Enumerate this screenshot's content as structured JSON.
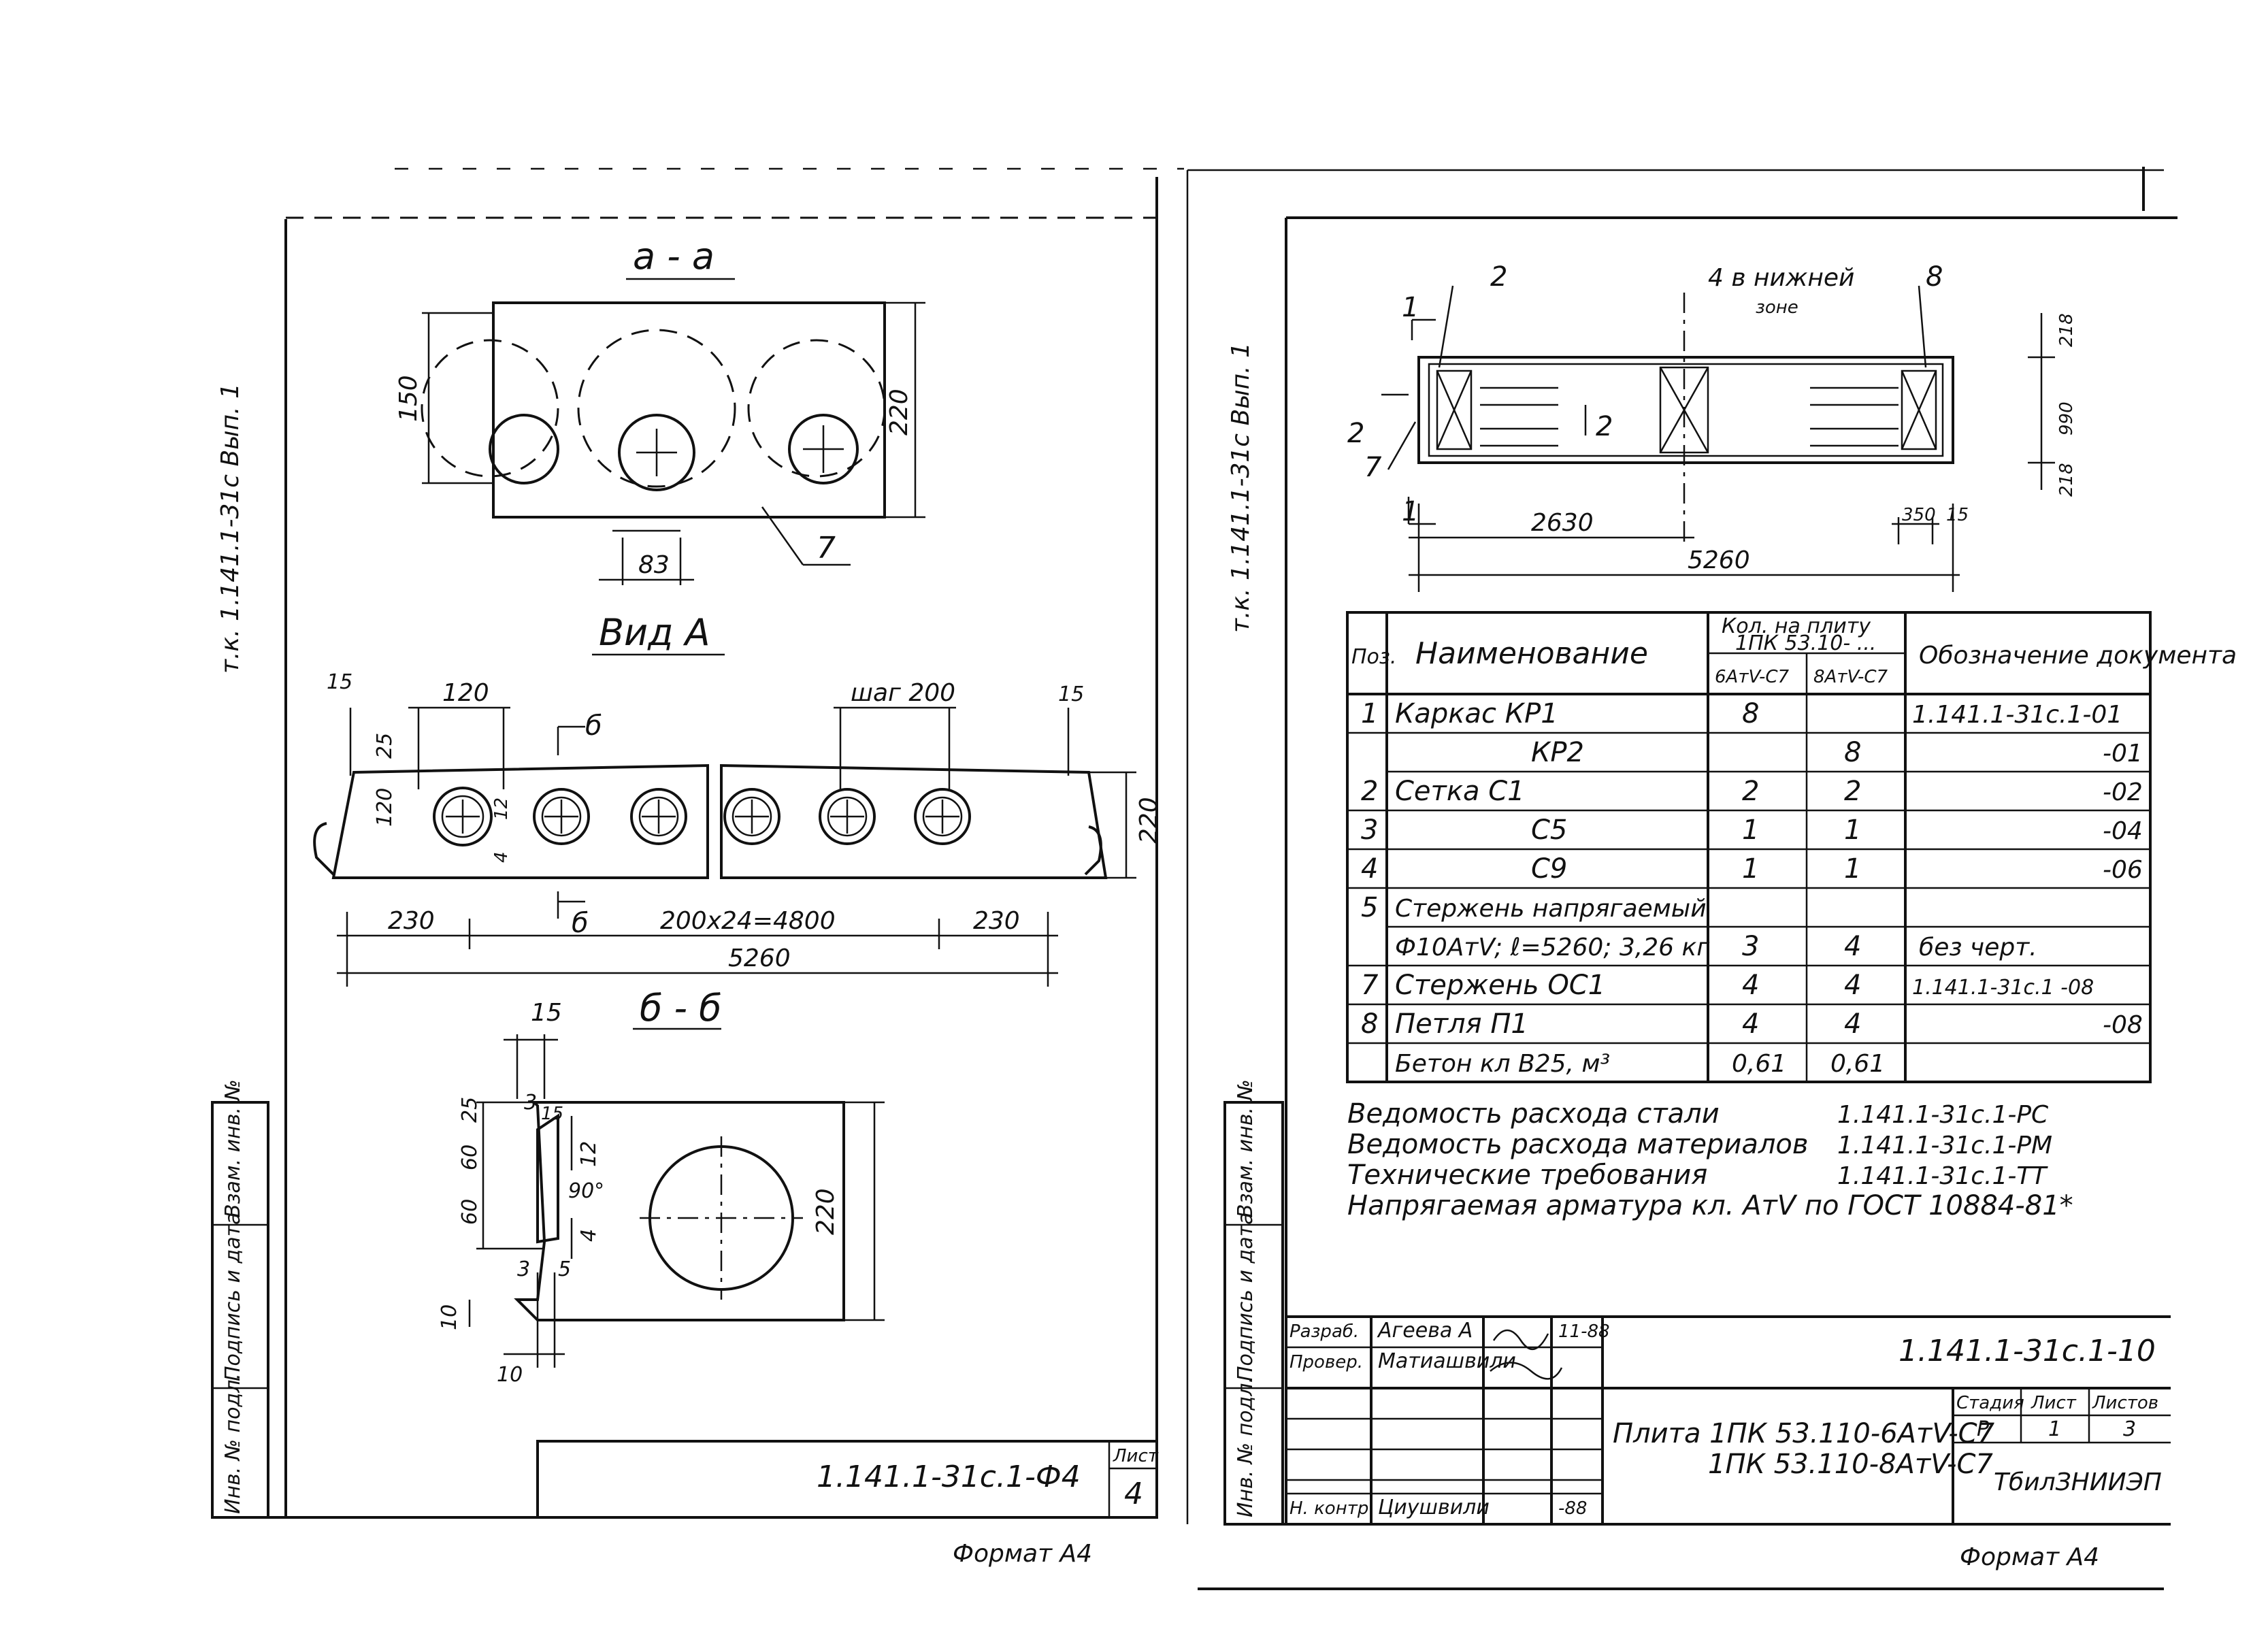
{
  "left_sheet": {
    "side_stamp": "т.к. 1.141.1-31с  Вып. 1",
    "section_aa": {
      "title": "а - а",
      "dims": {
        "h150": "150",
        "h220": "220",
        "w83": "83",
        "pos7": "7"
      }
    },
    "view_a": {
      "title": "Вид А",
      "dims": {
        "d15a": "15",
        "d120": "120",
        "step": "шаг 200",
        "d15b": "15",
        "d25": "25",
        "d120v": "120",
        "d12": "12",
        "d4": "4",
        "d220": "220",
        "cut_b": "б",
        "d230a": "230",
        "span": "200x24=4800",
        "d230b": "230",
        "total": "5260"
      }
    },
    "section_bb": {
      "title": "б - б",
      "dims": {
        "d15": "15",
        "d25": "25",
        "d60a": "60",
        "d60b": "60",
        "d3a": "3",
        "d15b": "15",
        "d12": "12",
        "ang": "90°",
        "d4": "4",
        "d220": "220",
        "d3b": "3",
        "d5": "5",
        "d10a": "10",
        "d10b": "10"
      }
    },
    "stamp_columns": [
      "Инв. № подл.",
      "Подпись и дата",
      "Взам. инв. №"
    ],
    "doc_code": "1.141.1-31с.1-Ф4",
    "sheet_label": "Лист",
    "sheet_no": "4",
    "format": "Формат А4"
  },
  "right_sheet": {
    "side_stamp": "т.к. 1.141.1-31с  Вып. 1",
    "plan": {
      "labels": {
        "p2": "2",
        "p4": "4 в нижней",
        "p4b": "зоне",
        "p8": "8",
        "p1a": "1",
        "p2b": "2",
        "p2c": "2",
        "p7": "7",
        "p1b": "1"
      },
      "dims": {
        "d218a": "218",
        "d990": "990",
        "d218b": "218",
        "d2630": "2630",
        "d350": "350",
        "d15": "15",
        "d5260": "5260"
      }
    },
    "spec_table": {
      "headers": {
        "pos": "Поз.",
        "name": "Наименование",
        "qty": "Кол. на плиту",
        "qty_sub": "1ПК 53.10- ...",
        "col_a": "6АтV-С7",
        "col_b": "8АтV-С7",
        "doc": "Обозначение документа"
      },
      "rows": [
        {
          "pos": "1",
          "name": "Каркас   КР1",
          "a": "8",
          "b": "",
          "doc": "1.141.1-31с.1-01"
        },
        {
          "pos": "",
          "name": "КР2",
          "a": "",
          "b": "8",
          "doc": "-01"
        },
        {
          "pos": "2",
          "name": "Сетка     С1",
          "a": "2",
          "b": "2",
          "doc": "-02"
        },
        {
          "pos": "3",
          "name": "С5",
          "a": "1",
          "b": "1",
          "doc": "-04"
        },
        {
          "pos": "4",
          "name": "С9",
          "a": "1",
          "b": "1",
          "doc": "-06"
        },
        {
          "pos": "5",
          "name": "Стержень напрягаемый",
          "a": "",
          "b": "",
          "doc": ""
        },
        {
          "pos": "",
          "name": "Ф10АтV; ℓ=5260; 3,26 кг",
          "a": "3",
          "b": "4",
          "doc": "без черт."
        },
        {
          "pos": "7",
          "name": "Стержень   ОС1",
          "a": "4",
          "b": "4",
          "doc": "1.141.1-31с.1   -08"
        },
        {
          "pos": "8",
          "name": "Петля       П1",
          "a": "4",
          "b": "4",
          "doc": "-08"
        },
        {
          "pos": "",
          "name": "Бетон кл В25,    м³",
          "a": "0,61",
          "b": "0,61",
          "doc": ""
        }
      ]
    },
    "notes": [
      {
        "text": "Ведомость расхода стали",
        "ref": "1.141.1-31с.1-РС"
      },
      {
        "text": "Ведомость расхода материалов",
        "ref": "1.141.1-31с.1-РМ"
      },
      {
        "text": "Технические требования",
        "ref": "1.141.1-31с.1-ТТ"
      },
      {
        "text": "Напрягаемая арматура кл. АтV по ГОСТ 10884-81*",
        "ref": ""
      }
    ],
    "title_block": {
      "rows": [
        {
          "role": "Разраб.",
          "name": "Агеева А",
          "date": "11-88"
        },
        {
          "role": "Провер.",
          "name": "Матиашвили",
          "date": ""
        },
        {
          "role": "Н. контр.",
          "name": "Циушвили",
          "date": "-88"
        }
      ],
      "doc_code": "1.141.1-31с.1-10",
      "title_line1": "Плита  1ПК 53.110-6АтV-С7",
      "title_line2": "1ПК 53.110-8АтV-С7",
      "stage_label": "Стадия",
      "sheet_label": "Лист",
      "sheets_label": "Листов",
      "stage": "Р",
      "sheet": "1",
      "sheets": "3",
      "org": "ТбилЗНИИЭП"
    },
    "stamp_columns": [
      "Инв. № подл.",
      "Подпись и дата",
      "Взам. инв. №"
    ],
    "format": "Формат А4"
  }
}
